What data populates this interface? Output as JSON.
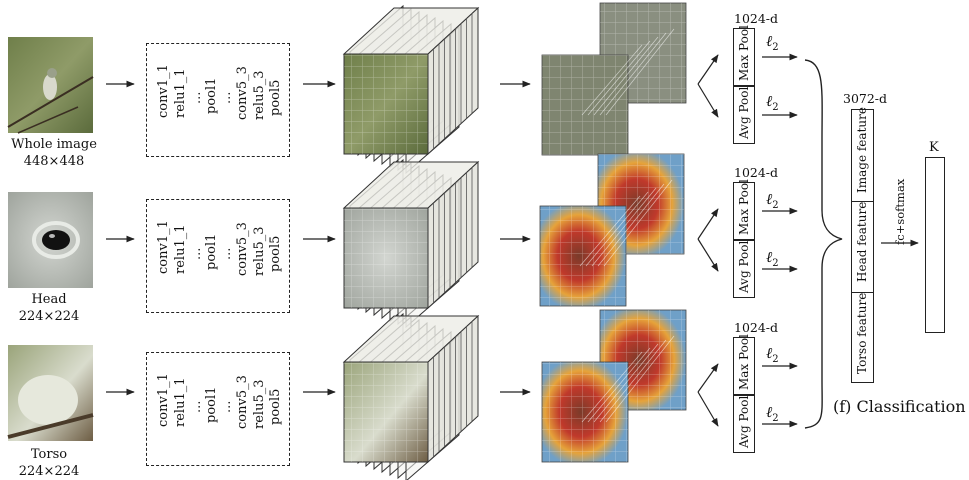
{
  "streams": [
    {
      "input_caption": "Whole image",
      "input_size": "448×448",
      "layers": [
        "conv1_1",
        "relu1_1",
        "...",
        "pool1",
        "...",
        "conv5_3",
        "relu5_3",
        "pool5"
      ],
      "dim": "1024-d",
      "pool_labels": [
        "Max Pool",
        "Avg Pool"
      ],
      "norm": "ℓ",
      "norm_sub": "2"
    },
    {
      "input_caption": "Head",
      "input_size": "224×224",
      "layers": [
        "conv1_1",
        "relu1_1",
        "...",
        "pool1",
        "...",
        "conv5_3",
        "relu5_3",
        "pool5"
      ],
      "dim": "1024-d",
      "pool_labels": [
        "Max Pool",
        "Avg Pool"
      ],
      "norm": "ℓ",
      "norm_sub": "2"
    },
    {
      "input_caption": "Torso",
      "input_size": "224×224",
      "layers": [
        "conv1_1",
        "relu1_1",
        "...",
        "pool1",
        "...",
        "conv5_3",
        "relu5_3",
        "pool5"
      ],
      "dim": "1024-d",
      "pool_labels": [
        "Max Pool",
        "Avg Pool"
      ],
      "norm": "ℓ",
      "norm_sub": "2"
    }
  ],
  "concat": {
    "dim": "3072-d",
    "features": [
      "Image feature",
      "Head feature",
      "Torso feature"
    ]
  },
  "classifier": {
    "op": "fc+softmax",
    "output": "K",
    "caption": "(f) Classification"
  },
  "colors": {
    "line": "#222222",
    "bird_bg": "#7d8a5e",
    "head_gray": "#b9bdb8",
    "torso_green": "#8f9a73",
    "heat_hot": "#c0392b",
    "heat_warm": "#e6a33a",
    "heat_cool": "#6fa0c8"
  }
}
